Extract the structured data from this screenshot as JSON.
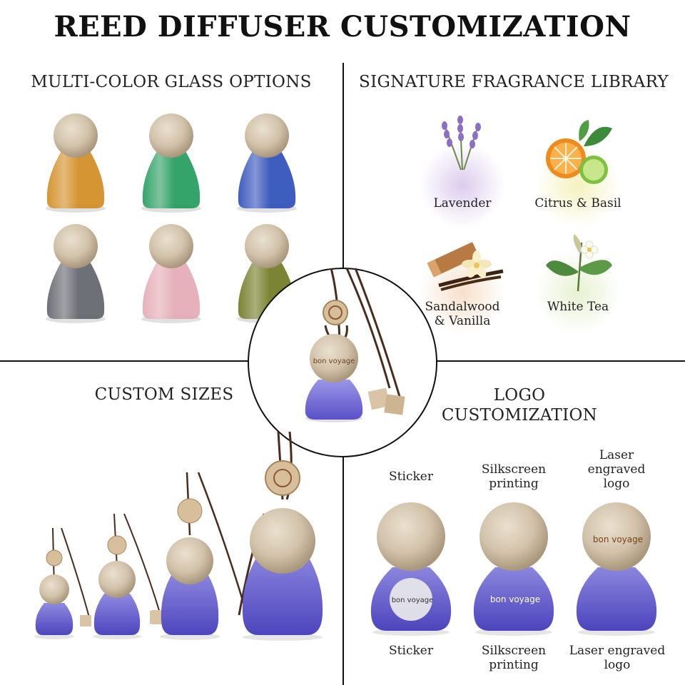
{
  "page": {
    "title": "REED DIFFUSER CUSTOMIZATION"
  },
  "glass_section": {
    "heading": "MULTI-COLOR GLASS OPTIONS",
    "colors": [
      "#d08a1c",
      "#1f9a5a",
      "#2f4fb8",
      "#5d6068",
      "#e3a9b2",
      "#6f7a22"
    ]
  },
  "fragrance_section": {
    "heading": "SIGNATURE FRAGRANCE LIBRARY",
    "items": [
      {
        "name": "Lavender",
        "icon": "lavender-icon",
        "glow": "#d9c6ec"
      },
      {
        "name": "Citrus & Basil",
        "icon": "citrus-basil-icon",
        "glow": "#f3f0b8"
      },
      {
        "name_line1": "Sandalwood",
        "name_line2": "& Vanilla",
        "icon": "sandalwood-vanilla-icon",
        "glow": "#f6dcc4"
      },
      {
        "name": "White Tea",
        "icon": "white-tea-icon",
        "glow": "#e4efcc"
      }
    ]
  },
  "center": {
    "brand": "bon voyage",
    "glass_color": "#6a63d6"
  },
  "sizes_section": {
    "heading": "CUSTOM SIZES",
    "glass_color": "#5b5cc8"
  },
  "logo_section": {
    "heading_line1": "LOGO",
    "heading_line2": "CUSTOMIZATION",
    "brand": "bon voyage",
    "options": [
      {
        "top_lines": [
          "Sticker"
        ],
        "bottom_lines": [
          "Sticker"
        ]
      },
      {
        "top_lines": [
          "Silkscreen",
          "printing"
        ],
        "bottom_lines": [
          "Silkscreen",
          "printing"
        ]
      },
      {
        "top_lines": [
          "Laser",
          "engraved",
          "logo"
        ],
        "bottom_lines": [
          "Laser engraved",
          "logo"
        ]
      }
    ]
  }
}
